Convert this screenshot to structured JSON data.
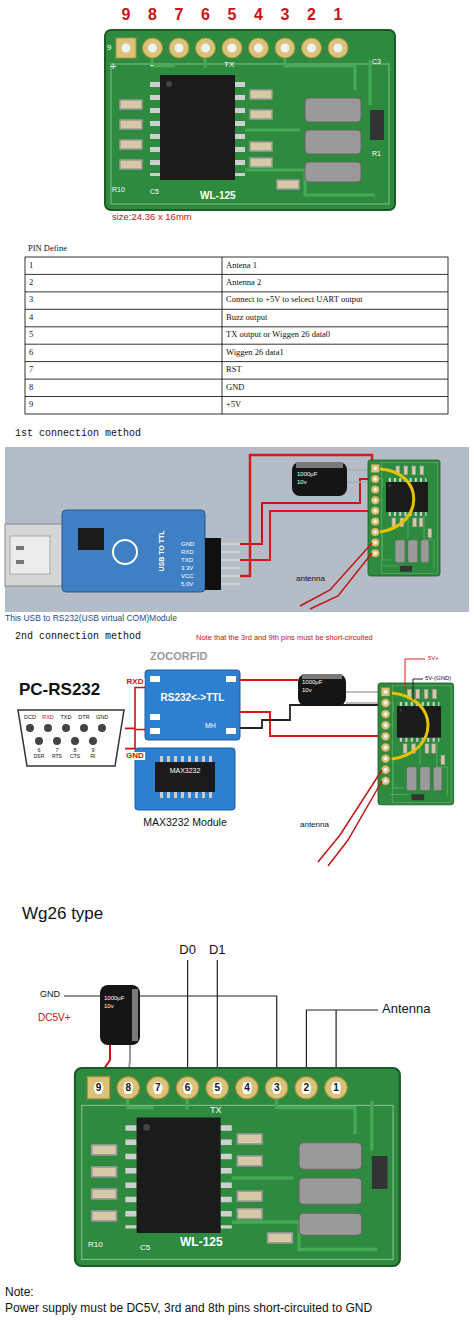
{
  "diagram": {
    "nodes": [
      {
        "text": [
          "WL-125"
        ]
      },
      {
        "text": [
          "USB TO TTL"
        ]
      },
      {
        "text": [
          "PC-RS232"
        ]
      },
      {
        "text": [
          "RS232<->TTL"
        ]
      },
      {
        "text": [
          "MAX3232",
          "MAX3232 Module"
        ]
      },
      {
        "text": [
          "WL-125"
        ]
      }
    ],
    "edges": [
      {
        "from": 2,
        "to": 3,
        "arrow": "none",
        "label": "RXD"
      },
      {
        "from": 2,
        "to": 3,
        "arrow": "none",
        "label": "GND"
      }
    ],
    "labels": [
      "9",
      "8",
      "7",
      "6",
      "5",
      "4",
      "3",
      "2",
      "1",
      "9",
      "+",
      "-",
      "TX",
      "R10",
      "C5",
      "C3",
      "R1",
      "size:24.36 x 16mm",
      "PIN Define",
      "1",
      "Antena 1",
      "2",
      "Antenna 2",
      "3",
      "Connect to +5V to selcect UART output",
      "4",
      "Buzz output",
      "5",
      "TX output or Wiggen 26 data0",
      "6",
      "Wiggen 26 data1",
      "7",
      "RST",
      "8",
      "GND",
      "9",
      "+5V",
      "1st connection method",
      "GND",
      "RXD",
      "TXD",
      "3.3V",
      "VCC",
      "5.0V",
      "1000μF",
      "10v",
      "antenna",
      "This USB to RS232(USB virtual COM)Module",
      "2nd connection method",
      "ZOCORFID",
      "Note that the 3rd and 9th pins must be short-circuited",
      "5V+",
      "5V-(GND)",
      "DCD",
      "RXD",
      "TXD",
      "DTR",
      "GND",
      "6",
      "7",
      "8",
      "9",
      "DSR",
      "RTS",
      "CTS",
      "RI",
      "MH",
      "1000μF",
      "10v",
      "antenna",
      "Wg26 type",
      "D0",
      "D1",
      "GND",
      "DC5V+",
      "Antenna",
      "9",
      "8",
      "7",
      "6",
      "5",
      "4",
      "3",
      "2",
      "1",
      "TX",
      "R10",
      "C5",
      "1000μF",
      "10v",
      "Note:",
      "Power supply must be DC5V, 3rd and 8th pins short-circuited to GND"
    ]
  }
}
